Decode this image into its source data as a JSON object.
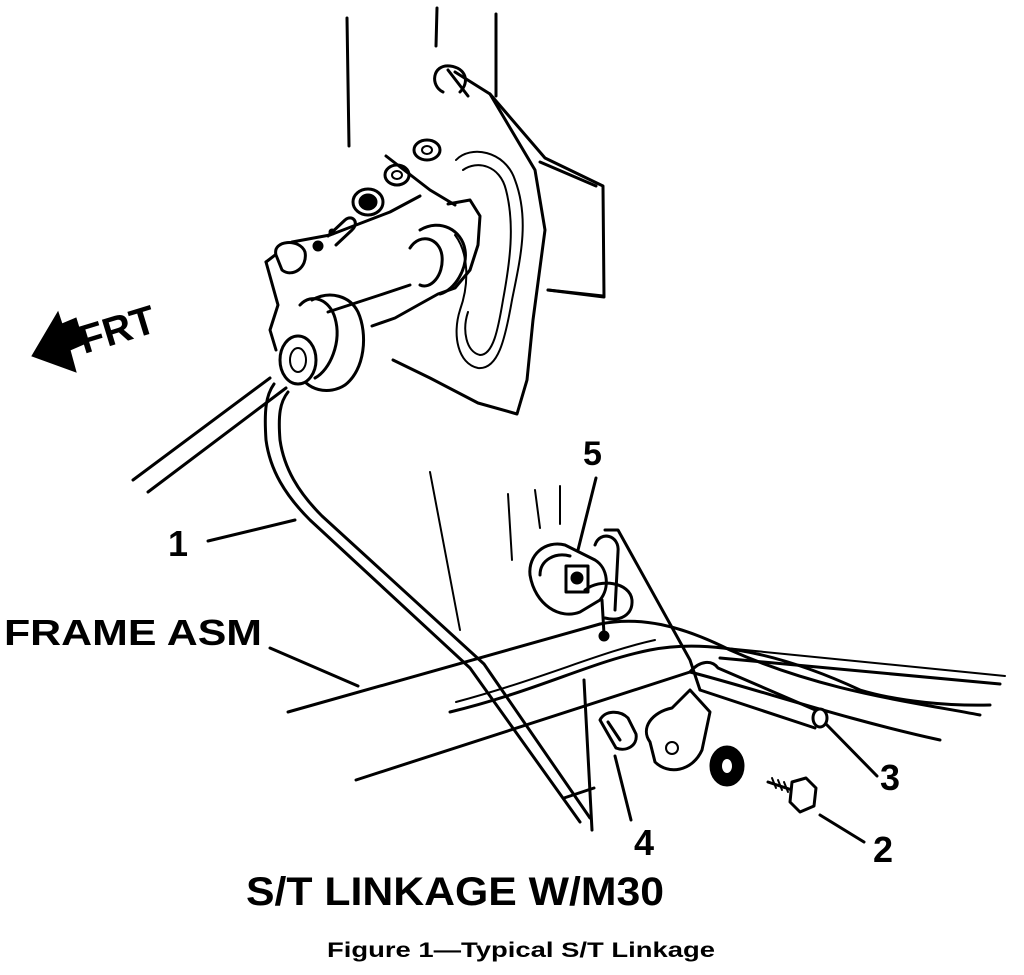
{
  "direction": {
    "label": "FRT",
    "icon": "arrow-left-icon"
  },
  "labels": {
    "frame": "FRAME ASM",
    "callout_1": "1",
    "callout_2": "2",
    "callout_3": "3",
    "callout_4": "4",
    "callout_5": "5"
  },
  "title": "S/T LINKAGE W/M30",
  "caption": "Figure 1—Typical S/T Linkage"
}
